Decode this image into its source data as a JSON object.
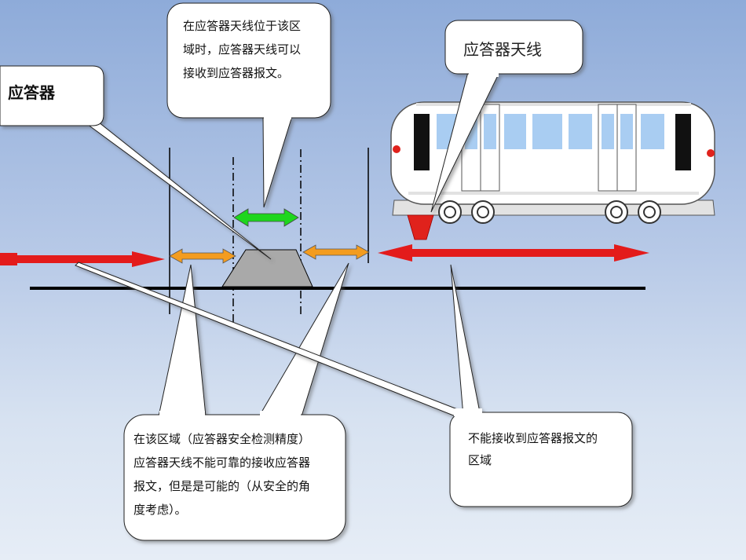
{
  "callouts": {
    "transponder": "应答器",
    "reception_zone": "在应答器天线位于该区\n域时，应答器天线可以\n接收到应答器报文。",
    "antenna": "应答器天线",
    "uncertain_zone": "在该区域（应答器安全检测精度）\n应答器天线不能可靠的接收应答器\n报文，但是是可能的（从安全的角\n度考虑）。",
    "no_reception_zone": "不能接收到应答器报文的\n区域"
  },
  "colors": {
    "no_reception_arrow": "#e31b1b",
    "uncertain_arrow": "#f39c1f",
    "reception_arrow": "#1ed61e",
    "balise": "#a9a9a9",
    "antenna_cone": "#e0221c",
    "train_window": "#a9cdf2",
    "train_body": "#ffffff",
    "train_trim": "#e2e2e2",
    "rail": "#000000"
  }
}
